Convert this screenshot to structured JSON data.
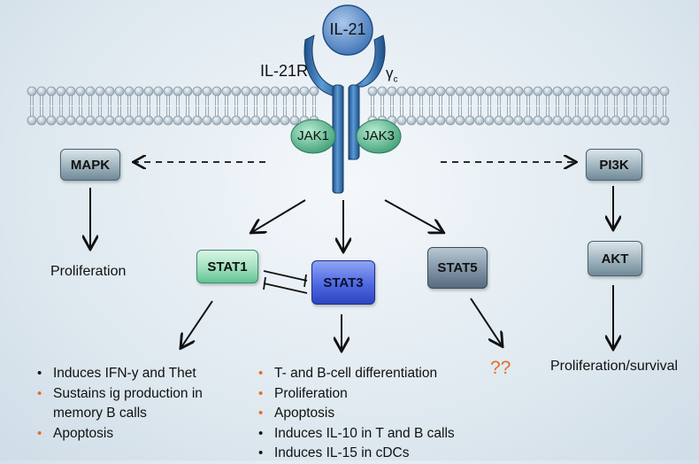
{
  "ligand": "IL-21",
  "receptor_label": "IL-21R",
  "gamma_chain_label": "γ",
  "gamma_chain_sub": "c",
  "kinases": {
    "jak1": "JAK1",
    "jak3": "JAK3"
  },
  "nodes": {
    "mapk": "MAPK",
    "pi3k": "PI3K",
    "akt": "AKT",
    "stat1": "STAT1",
    "stat3": "STAT3",
    "stat5": "STAT5"
  },
  "outcomes": {
    "mapk": "Proliferation",
    "akt": "Proliferation/survival",
    "stat5": "??"
  },
  "stat1_effects": [
    {
      "text": "Induces IFN-y and Thet",
      "bullet_color": "#111111"
    },
    {
      "text": "Sustains ig production in",
      "bullet_color": "#e0702a"
    },
    {
      "text": "memory B calls",
      "bullet_color": ""
    },
    {
      "text": "Apoptosis",
      "bullet_color": "#e0702a"
    }
  ],
  "stat3_effects": [
    {
      "text": "T- and B-cell differentiation",
      "bullet_color": "#e0702a"
    },
    {
      "text": "Proliferation",
      "bullet_color": "#e0702a"
    },
    {
      "text": "Apoptosis",
      "bullet_color": "#e0702a"
    },
    {
      "text": "Induces IL-10 in T and B calls",
      "bullet_color": "#111111"
    },
    {
      "text": "Induces IL-15 in cDCs",
      "bullet_color": "#111111"
    }
  ],
  "colors": {
    "accent_orange": "#e0702a",
    "receptor_blue": "#2e6fb0",
    "jak_green": "#4fb48a",
    "membrane_head": "#b9c6d0"
  }
}
